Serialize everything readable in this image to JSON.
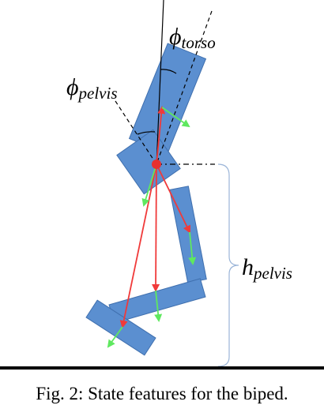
{
  "labels": {
    "phi_torso_main": "ϕ",
    "phi_torso_sub": "torso",
    "phi_pelvis_main": "ϕ",
    "phi_pelvis_sub": "pelvis",
    "h_pelvis_main": "h",
    "h_pelvis_sub": "pelvis"
  },
  "caption": "Fig. 2: State features for the biped.",
  "colors": {
    "segment_fill": "#5b8fd0",
    "segment_stroke": "#3f6fae",
    "position_vector": "#f03a3a",
    "velocity_vector": "#5fe85f",
    "pelvis_point": "#e83030",
    "ground": "#000000",
    "brace": "#9bb5d8"
  }
}
